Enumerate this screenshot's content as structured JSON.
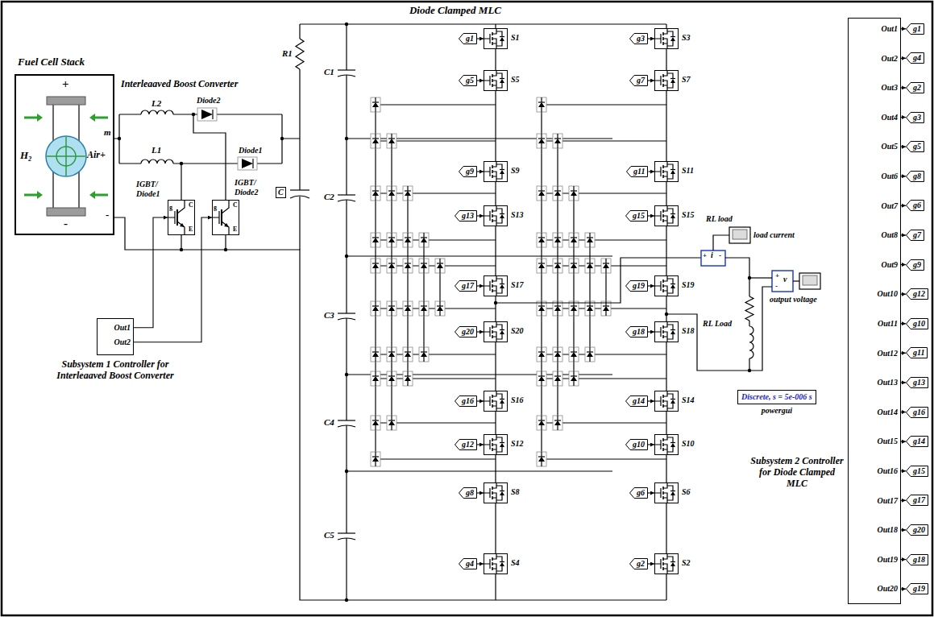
{
  "diagram": {
    "nodes": [
      {
        "text": [
          "Fuel Cell Stack",
          "+",
          "H₂",
          "Air+",
          "-",
          "m",
          "-"
        ]
      },
      {
        "text": [
          "IGBT/ Diode1",
          "g",
          "C",
          "E"
        ]
      },
      {
        "text": [
          "IGBT/ Diode2",
          "g",
          "C",
          "E"
        ]
      },
      {
        "text": [
          "Out1",
          "Out2",
          "Subsystem 1 Controller for Interleaaved Boost Converter"
        ]
      },
      {
        "text": [
          "g1"
        ]
      },
      {
        "text": [
          "S1"
        ]
      },
      {
        "text": [
          "g3"
        ]
      },
      {
        "text": [
          "S3"
        ]
      },
      {
        "text": [
          "g5"
        ]
      },
      {
        "text": [
          "S5"
        ]
      },
      {
        "text": [
          "g7"
        ]
      },
      {
        "text": [
          "S7"
        ]
      },
      {
        "text": [
          "g9"
        ]
      },
      {
        "text": [
          "S9"
        ]
      },
      {
        "text": [
          "g11"
        ]
      },
      {
        "text": [
          "S11"
        ]
      },
      {
        "text": [
          "g13"
        ]
      },
      {
        "text": [
          "S13"
        ]
      },
      {
        "text": [
          "g15"
        ]
      },
      {
        "text": [
          "S15"
        ]
      },
      {
        "text": [
          "g17"
        ]
      },
      {
        "text": [
          "S17"
        ]
      },
      {
        "text": [
          "g19"
        ]
      },
      {
        "text": [
          "S19"
        ]
      },
      {
        "text": [
          "g20"
        ]
      },
      {
        "text": [
          "S20"
        ]
      },
      {
        "text": [
          "g18"
        ]
      },
      {
        "text": [
          "S18"
        ]
      },
      {
        "text": [
          "g16"
        ]
      },
      {
        "text": [
          "S16"
        ]
      },
      {
        "text": [
          "g14"
        ]
      },
      {
        "text": [
          "S14"
        ]
      },
      {
        "text": [
          "g12"
        ]
      },
      {
        "text": [
          "S12"
        ]
      },
      {
        "text": [
          "g10"
        ]
      },
      {
        "text": [
          "S10"
        ]
      },
      {
        "text": [
          "g8"
        ]
      },
      {
        "text": [
          "S8"
        ]
      },
      {
        "text": [
          "g6"
        ]
      },
      {
        "text": [
          "S6"
        ]
      },
      {
        "text": [
          "g4"
        ]
      },
      {
        "text": [
          "S4"
        ]
      },
      {
        "text": [
          "g2"
        ]
      },
      {
        "text": [
          "S2"
        ]
      },
      {
        "text": [
          "Discrete, s = 5e-006 s",
          "powergui"
        ]
      },
      {
        "text": [
          "Out1",
          "Out2",
          "Out3",
          "Out4",
          "Out5",
          "Out6",
          "Out7",
          "Out8",
          "Out9",
          "Out10",
          "Out11",
          "Out12",
          "Out13",
          "Out14",
          "Out15",
          "Out16",
          "Out17",
          "Out18",
          "Out19",
          "Out20",
          "Subsystem 2 Controller for Diode Clamped MLC"
        ]
      },
      {
        "text": [
          "g1"
        ]
      },
      {
        "text": [
          "g4"
        ]
      },
      {
        "text": [
          "g2"
        ]
      },
      {
        "text": [
          "g3"
        ]
      },
      {
        "text": [
          "g5"
        ]
      },
      {
        "text": [
          "g8"
        ]
      },
      {
        "text": [
          "g6"
        ]
      },
      {
        "text": [
          "g7"
        ]
      },
      {
        "text": [
          "g9"
        ]
      },
      {
        "text": [
          "g12"
        ]
      },
      {
        "text": [
          "g10"
        ]
      },
      {
        "text": [
          "g11"
        ]
      },
      {
        "text": [
          "g13"
        ]
      },
      {
        "text": [
          "g16"
        ]
      },
      {
        "text": [
          "g14"
        ]
      },
      {
        "text": [
          "g15"
        ]
      },
      {
        "text": [
          "g17"
        ]
      },
      {
        "text": [
          "g20"
        ]
      },
      {
        "text": [
          "g18"
        ]
      },
      {
        "text": [
          "g19"
        ]
      }
    ],
    "edges": [
      {
        "from": 3,
        "to": 1,
        "arrow": "to"
      },
      {
        "from": 3,
        "to": 2,
        "arrow": "to"
      },
      {
        "from": 4,
        "to": 5,
        "arrow": "to"
      },
      {
        "from": 6,
        "to": 7,
        "arrow": "to"
      },
      {
        "from": 8,
        "to": 9,
        "arrow": "to"
      },
      {
        "from": 10,
        "to": 11,
        "arrow": "to"
      },
      {
        "from": 12,
        "to": 13,
        "arrow": "to"
      },
      {
        "from": 14,
        "to": 15,
        "arrow": "to"
      },
      {
        "from": 16,
        "to": 17,
        "arrow": "to"
      },
      {
        "from": 18,
        "to": 19,
        "arrow": "to"
      },
      {
        "from": 20,
        "to": 21,
        "arrow": "to"
      },
      {
        "from": 22,
        "to": 23,
        "arrow": "to"
      },
      {
        "from": 24,
        "to": 25,
        "arrow": "to"
      },
      {
        "from": 26,
        "to": 27,
        "arrow": "to"
      },
      {
        "from": 28,
        "to": 29,
        "arrow": "to"
      },
      {
        "from": 30,
        "to": 31,
        "arrow": "to"
      },
      {
        "from": 32,
        "to": 33,
        "arrow": "to"
      },
      {
        "from": 34,
        "to": 35,
        "arrow": "to"
      },
      {
        "from": 36,
        "to": 37,
        "arrow": "to"
      },
      {
        "from": 38,
        "to": 39,
        "arrow": "to"
      },
      {
        "from": 40,
        "to": 41,
        "arrow": "to"
      },
      {
        "from": 42,
        "to": 43,
        "arrow": "to"
      },
      {
        "from": 45,
        "to": 46,
        "arrow": "to"
      },
      {
        "from": 45,
        "to": 47,
        "arrow": "to"
      },
      {
        "from": 45,
        "to": 48,
        "arrow": "to"
      },
      {
        "from": 45,
        "to": 49,
        "arrow": "to"
      },
      {
        "from": 45,
        "to": 50,
        "arrow": "to"
      },
      {
        "from": 45,
        "to": 51,
        "arrow": "to"
      },
      {
        "from": 45,
        "to": 52,
        "arrow": "to"
      },
      {
        "from": 45,
        "to": 53,
        "arrow": "to"
      },
      {
        "from": 45,
        "to": 54,
        "arrow": "to"
      },
      {
        "from": 45,
        "to": 55,
        "arrow": "to"
      },
      {
        "from": 45,
        "to": 56,
        "arrow": "to"
      },
      {
        "from": 45,
        "to": 57,
        "arrow": "to"
      },
      {
        "from": 45,
        "to": 58,
        "arrow": "to"
      },
      {
        "from": 45,
        "to": 59,
        "arrow": "to"
      },
      {
        "from": 45,
        "to": 60,
        "arrow": "to"
      },
      {
        "from": 45,
        "to": 61,
        "arrow": "to"
      },
      {
        "from": 45,
        "to": 62,
        "arrow": "to"
      },
      {
        "from": 45,
        "to": 63,
        "arrow": "to"
      },
      {
        "from": 45,
        "to": 64,
        "arrow": "to"
      },
      {
        "from": 45,
        "to": 65,
        "arrow": "to"
      }
    ],
    "labels": [
      "Diode Clamped MLC",
      "Interleaaved Boost Converter",
      "L2",
      "Diode2",
      "L1",
      "Diode1",
      "R1",
      "C",
      "C1",
      "C2",
      "C3",
      "C4",
      "C5",
      "RL load",
      "load current",
      "+",
      "i",
      "-",
      "RL Load",
      "+",
      "v",
      "-",
      "output voltage"
    ]
  }
}
